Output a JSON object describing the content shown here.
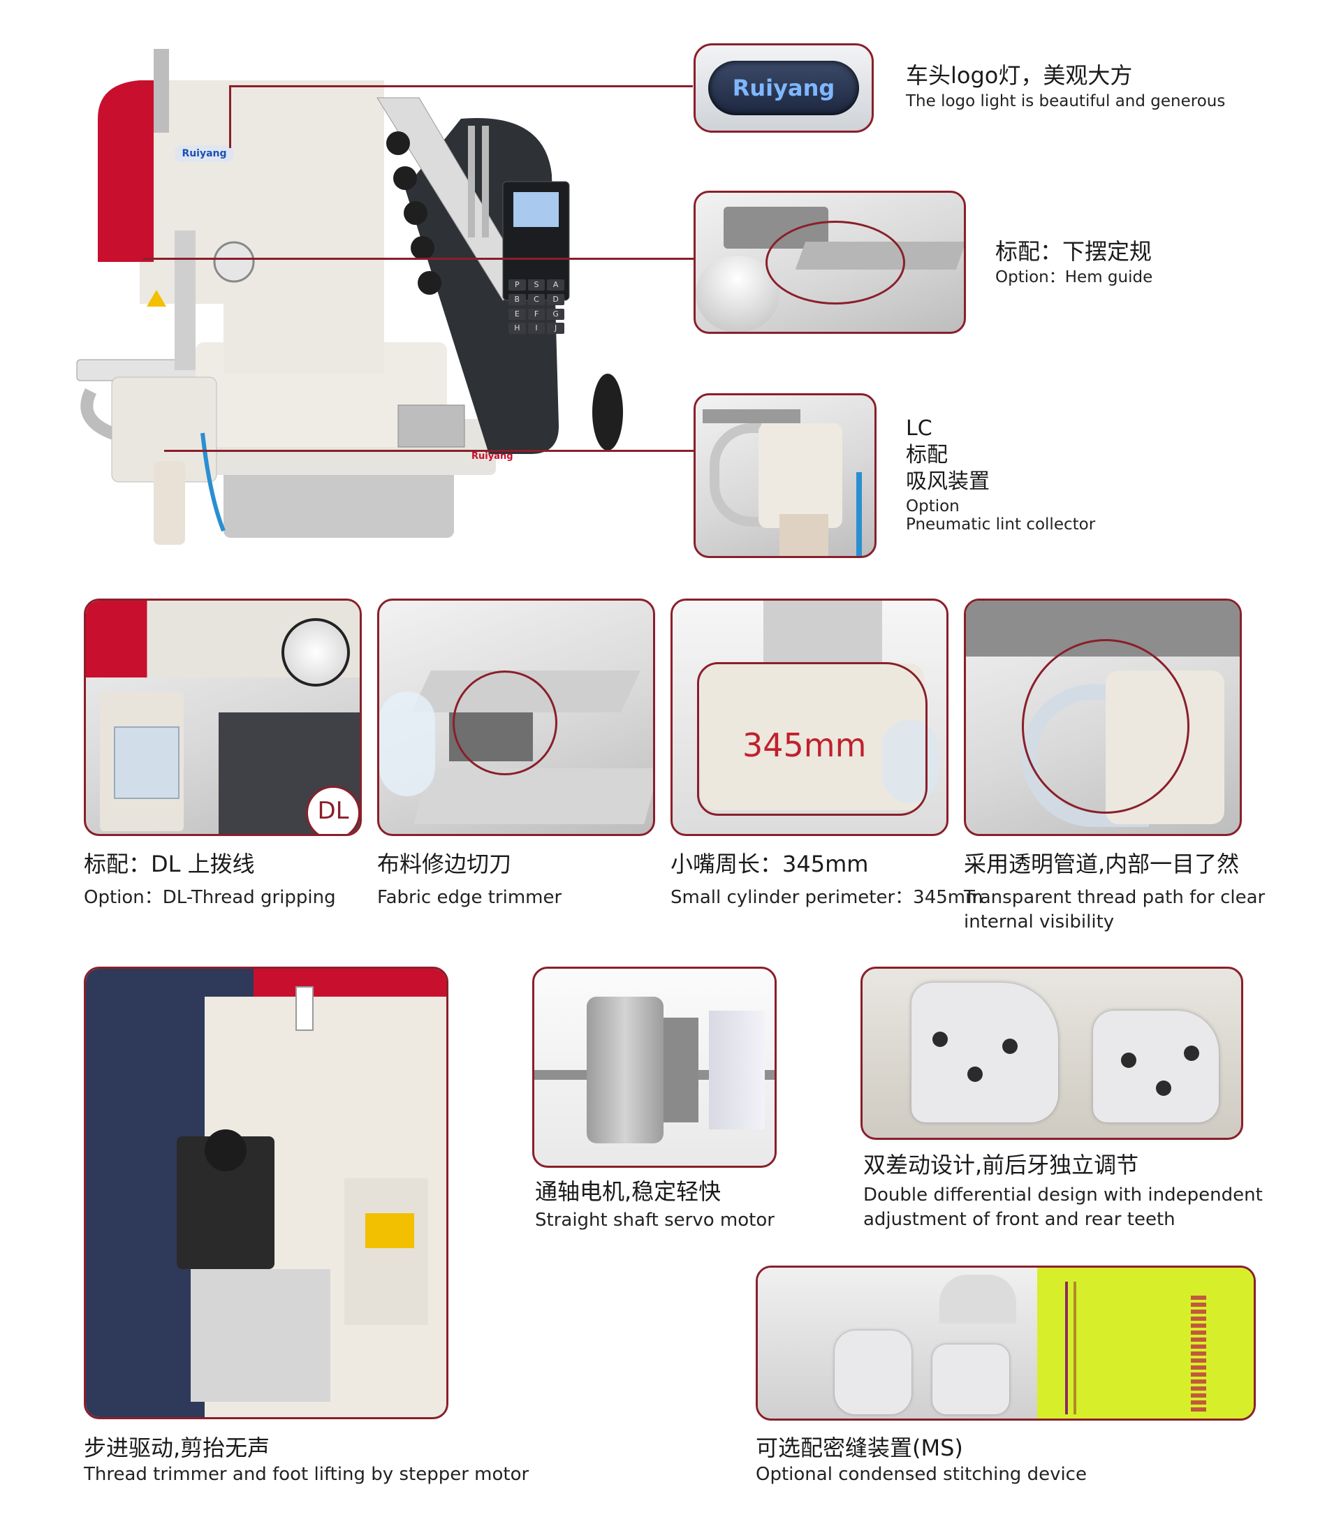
{
  "callouts": {
    "logo_light": {
      "cn": "车头logo灯，美观大方",
      "en": "The logo light is beautiful and generous"
    },
    "hem_guide": {
      "cn": "标配：下摆定规",
      "en": "Option：Hem guide"
    },
    "lint": {
      "lc": "LC",
      "cn1": "标配",
      "cn2": "吸风装置",
      "en1": "Option",
      "en2": "Pneumatic lint collector"
    }
  },
  "machine": {
    "brand": "Ruiyang",
    "panel_keys": [
      "P",
      "S",
      "A",
      "B",
      "C",
      "D",
      "E",
      "F",
      "G",
      "H",
      "I",
      "J"
    ]
  },
  "logo_badge": "Ruiyang",
  "features_row1": [
    {
      "cn": "标配：DL 上拨线",
      "en": "Option：DL-Thread gripping",
      "badge": "DL"
    },
    {
      "cn": "布料修边切刀",
      "en": "Fabric edge trimmer"
    },
    {
      "cn": "小嘴周长：345mm",
      "en": "Small cylinder perimeter：345mm",
      "badge": "345mm"
    },
    {
      "cn": "采用透明管道,内部一目了然",
      "en1": "Transparent thread path for clear",
      "en2": "internal visibility"
    }
  ],
  "features_row2": [
    {
      "cn": "步进驱动,剪抬无声",
      "en": "Thread trimmer and foot lifting by stepper motor"
    },
    {
      "cn": "通轴电机,稳定轻快",
      "en": "Straight shaft servo motor"
    },
    {
      "cn": "双差动设计,前后牙独立调节",
      "en1": "Double differential design with independent",
      "en2": "adjustment of front and rear teeth"
    },
    {
      "cn": "可选配密缝装置(MS)",
      "en": "Optional condensed stitching device"
    }
  ],
  "colors": {
    "accent": "#8a1f2a",
    "machine_red": "#c8102e",
    "machine_dark": "#2e3136",
    "machine_body": "#ece9e2",
    "fabric": "#d7ef2a"
  },
  "icons": [
    "logo-badge-icon",
    "control-panel-icon",
    "warning-icon",
    "pressure-gauge-icon"
  ]
}
